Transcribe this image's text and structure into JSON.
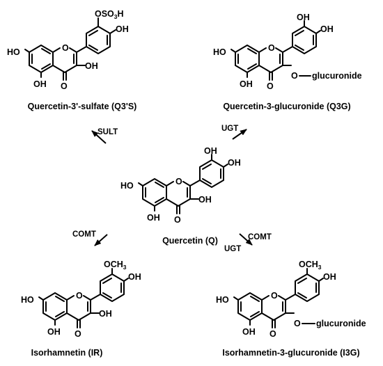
{
  "compounds": {
    "q3s": {
      "name": "Quercetin-3'-sulfate (Q3'S)",
      "labels": {
        "ho7": "HO",
        "o_ring": "O",
        "oh5": "OH",
        "o4": "O",
        "oh3": "OH",
        "oh4p": "OH",
        "sulfate_prefix": "OSO",
        "sulfate_sub": "3",
        "sulfate_suffix": "H"
      }
    },
    "q3g": {
      "name": "Quercetin-3-glucuronide (Q3G)",
      "labels": {
        "ho7": "HO",
        "o_ring": "O",
        "oh5": "OH",
        "o4": "O",
        "o3": "O",
        "glucuronide": "glucuronide",
        "oh3p": "OH",
        "oh4p": "OH"
      }
    },
    "q": {
      "name": "Quercetin (Q)",
      "labels": {
        "ho7": "HO",
        "o_ring": "O",
        "oh5": "OH",
        "o4": "O",
        "oh3": "OH",
        "oh3p": "OH",
        "oh4p": "OH"
      }
    },
    "ir": {
      "name": "Isorhamnetin (IR)",
      "labels": {
        "ho7": "HO",
        "o_ring": "O",
        "oh5": "OH",
        "o4": "O",
        "oh3": "OH",
        "oh4p": "OH",
        "methoxy_prefix": "OCH",
        "methoxy_sub": "3"
      }
    },
    "i3g": {
      "name": "Isorhamnetin-3-glucuronide (I3G)",
      "labels": {
        "ho7": "HO",
        "o_ring": "O",
        "oh5": "OH",
        "o4": "O",
        "o3": "O",
        "glucuronide": "glucuronide",
        "oh4p": "OH",
        "methoxy_prefix": "OCH",
        "methoxy_sub": "3"
      }
    }
  },
  "enzymes": {
    "sult": "SULT",
    "ugt_top": "UGT",
    "comt_left": "COMT",
    "comt_right": "COMT",
    "ugt_right": "UGT"
  }
}
